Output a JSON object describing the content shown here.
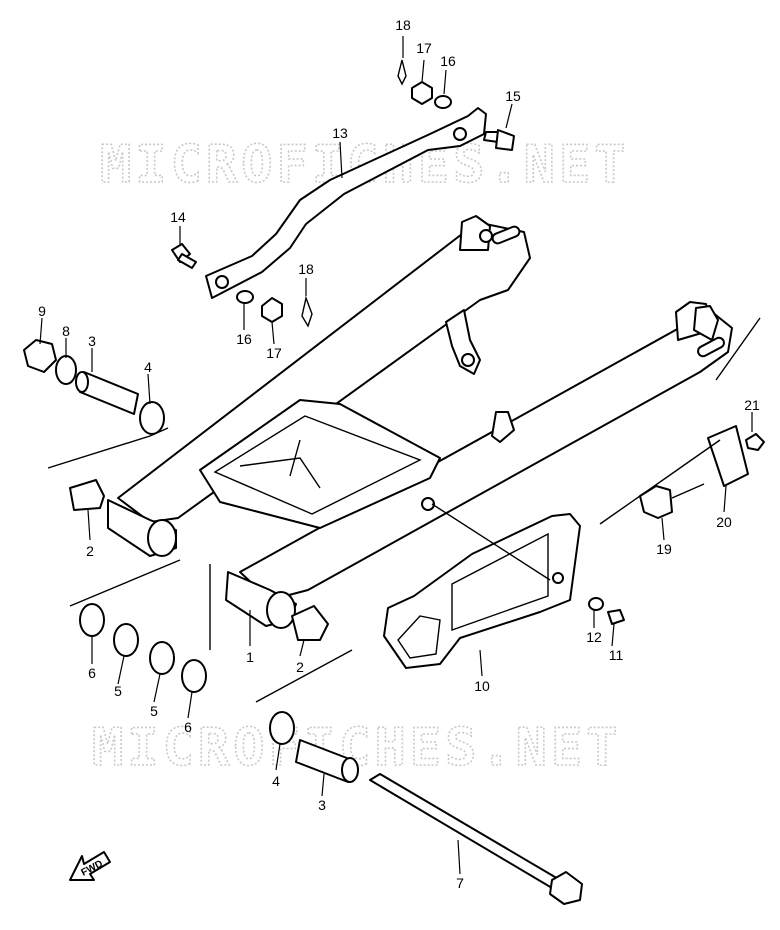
{
  "watermark": "MICROFICHES.NET",
  "fwd_label": "FWD",
  "callouts": {
    "c1": "1",
    "c2a": "2",
    "c2b": "2",
    "c3a": "3",
    "c3b": "3",
    "c4a": "4",
    "c4b": "4",
    "c5a": "5",
    "c5b": "5",
    "c6a": "6",
    "c6b": "6",
    "c7": "7",
    "c8": "8",
    "c9": "9",
    "c10": "10",
    "c11": "11",
    "c12": "12",
    "c13": "13",
    "c14": "14",
    "c15": "15",
    "c16a": "16",
    "c16b": "16",
    "c17a": "17",
    "c17b": "17",
    "c18a": "18",
    "c18b": "18",
    "c19": "19",
    "c20": "20",
    "c21": "21"
  }
}
